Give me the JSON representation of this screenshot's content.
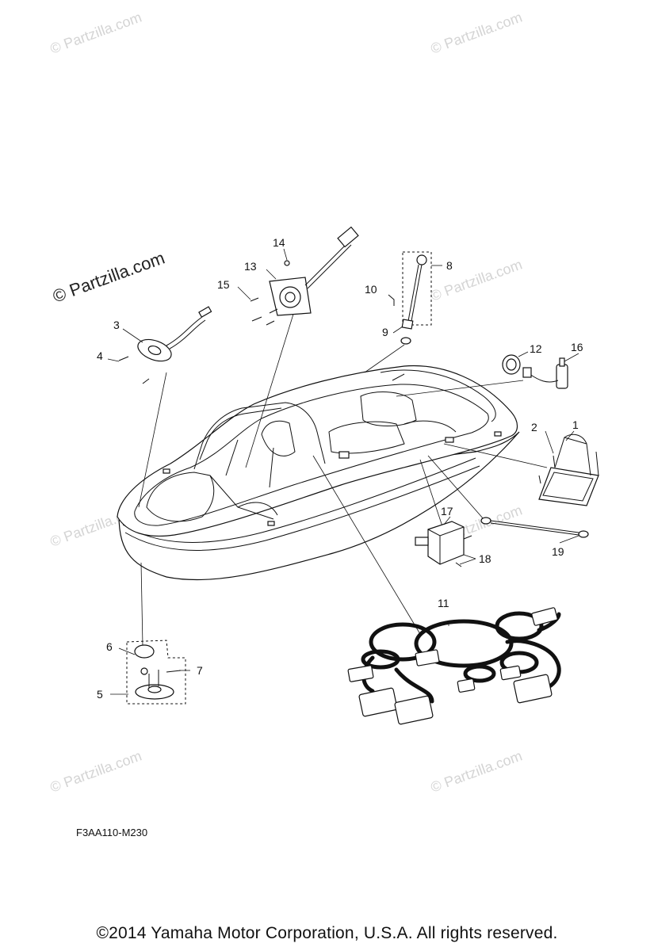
{
  "watermark": {
    "text": "© Partzilla.com",
    "prominent_text": "© Partzilla.com"
  },
  "callouts": [
    "1",
    "2",
    "3",
    "4",
    "5",
    "6",
    "7",
    "8",
    "9",
    "10",
    "11",
    "12",
    "13",
    "14",
    "15",
    "16",
    "17",
    "18",
    "19"
  ],
  "drawing_code": "F3AA110-M230",
  "copyright": "©2014  Yamaha Motor Corporation, U.S.A. All rights reserved."
}
